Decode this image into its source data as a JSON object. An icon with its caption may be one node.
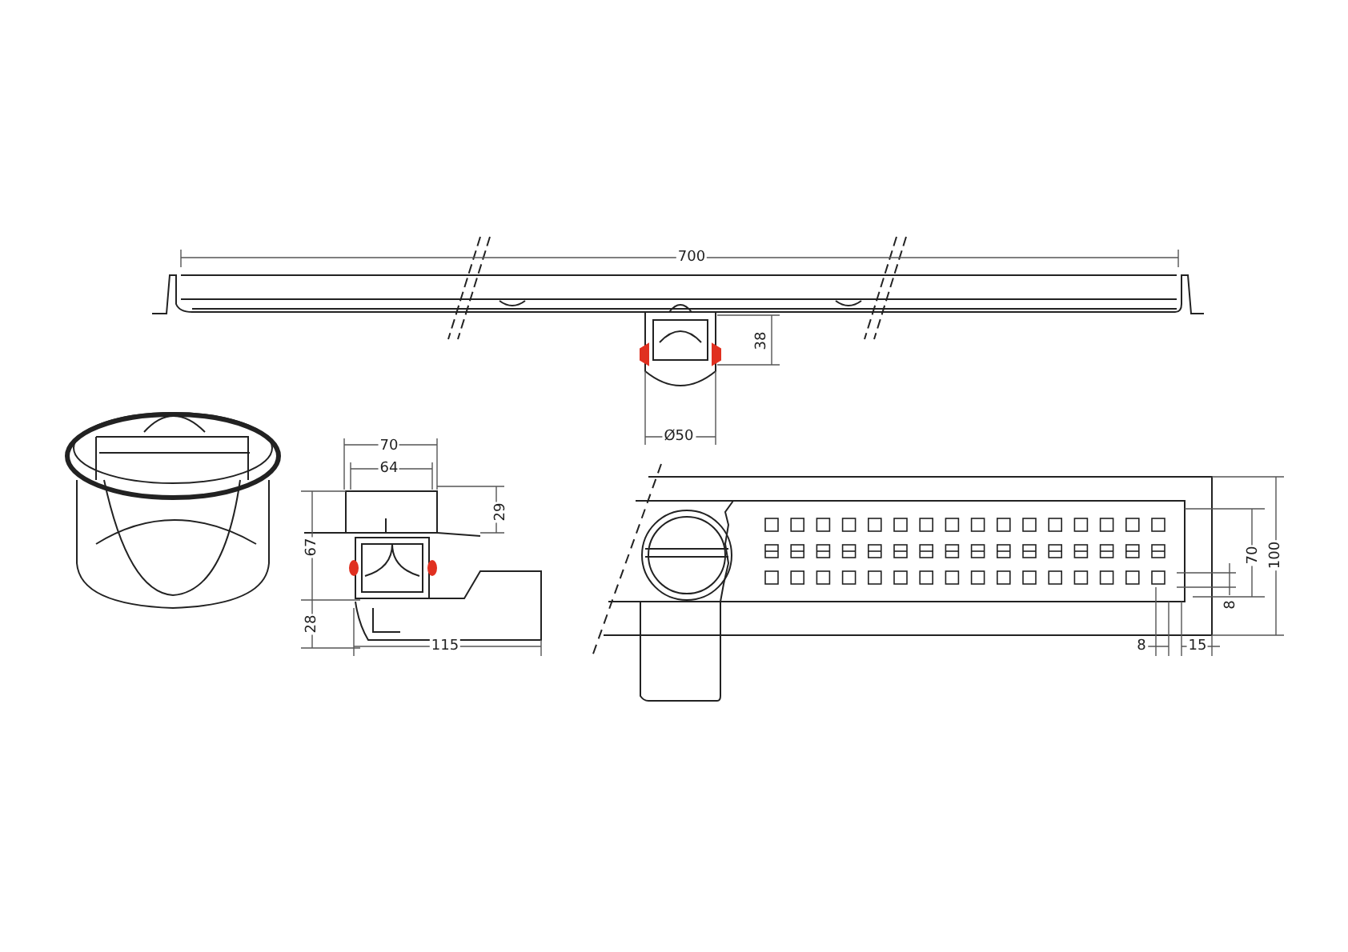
{
  "diagram": {
    "labels": [
      "700",
      "38",
      "Ø50",
      "70",
      "64",
      "29",
      "67",
      "28",
      "115",
      "70",
      "100",
      "8",
      "8",
      "15"
    ]
  }
}
